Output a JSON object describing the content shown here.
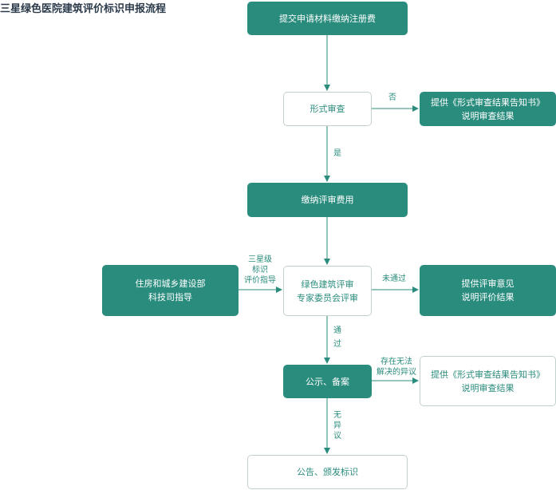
{
  "title": "三星绿色医院建筑评价标识申报流程",
  "colors": {
    "accent": "#2a8c7d",
    "outline": "#c3d1cd",
    "title": "#2b3a4a"
  },
  "nodes": {
    "submit": "提交申请材料缴纳注册费",
    "formal_review": "形式审查",
    "formal_notice": {
      "line1": "提供《形式审查结果告知书》",
      "line2": "说明审查结果"
    },
    "pay_fee": "缴纳评审费用",
    "ministry": {
      "line1": "住房和城乡建设部",
      "line2": "科技司指导"
    },
    "expert_review": {
      "line1": "绿色建筑评审",
      "line2": "专家委员会评审"
    },
    "review_opinion": {
      "line1": "提供评审意见",
      "line2": "说明评价结果"
    },
    "publicity": "公示、备案",
    "dispute_notice": {
      "line1": "提供《形式审查结果告知书》",
      "line2": "说明审查结果"
    },
    "announce": "公告、颁发标识"
  },
  "labels": {
    "no": "否",
    "yes": "是",
    "guide": {
      "line1": "三星级",
      "line2": "标识",
      "line3": "评价指导"
    },
    "fail": "未通过",
    "pass": {
      "c1": "通",
      "c2": "过"
    },
    "dispute": {
      "line1": "存在无法",
      "line2": "解决的异议"
    },
    "no_dispute": {
      "c1": "无",
      "c2": "异",
      "c3": "议"
    }
  }
}
